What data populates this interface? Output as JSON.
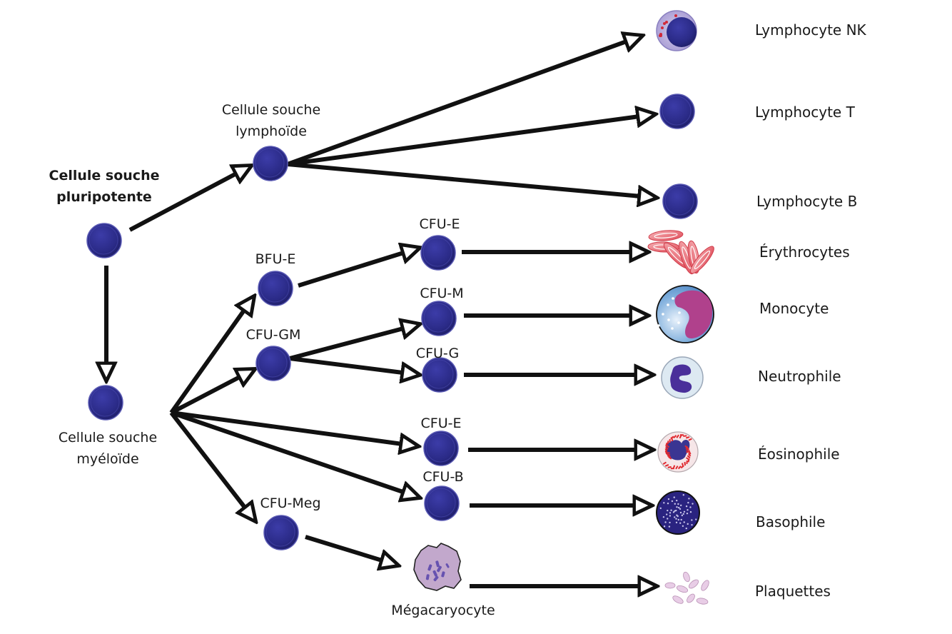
{
  "diagram": {
    "title": "Hématopoïèse",
    "stem": {
      "pluripotent": "Cellule souche pluripotente",
      "pluripotent_lines": [
        "Cellule souche",
        "pluripotente"
      ],
      "lymphoid_lines": [
        "Cellule souche",
        "lymphoïde"
      ],
      "myeloid_lines": [
        "Cellule souche",
        "myéloïde"
      ]
    },
    "progenitors": {
      "bfu_e": "BFU-E",
      "cfu_gm": "CFU-GM",
      "cfu_meg": "CFU-Meg",
      "cfu_e1": "CFU-E",
      "cfu_m": "CFU-M",
      "cfu_g": "CFU-G",
      "cfu_e2": "CFU-E",
      "cfu_b": "CFU-B",
      "megakaryocyte": "Mégacaryocyte"
    },
    "outputs": [
      "Lymphocyte NK",
      "Lymphocyte T",
      "Lymphocyte B",
      "Érythrocytes",
      "Monocyte",
      "Neutrophile",
      "Éosinophile",
      "Basophile",
      "Plaquettes"
    ],
    "colors": {
      "cell": "#2e2e8c",
      "arrow": "#111111",
      "erythrocyte": "#e8606a",
      "monocyte_bg": "#6fa6d8",
      "monocyte_nucleus": "#b0418c",
      "neutrophil_bg": "#dde9f2",
      "neutrophil_nucleus": "#4a2f9a",
      "eosinophil_granule": "#e0282e",
      "basophil": "#2a2380",
      "platelet": "#e8cde6",
      "megakaryocyte": "#c2a8cc"
    }
  }
}
